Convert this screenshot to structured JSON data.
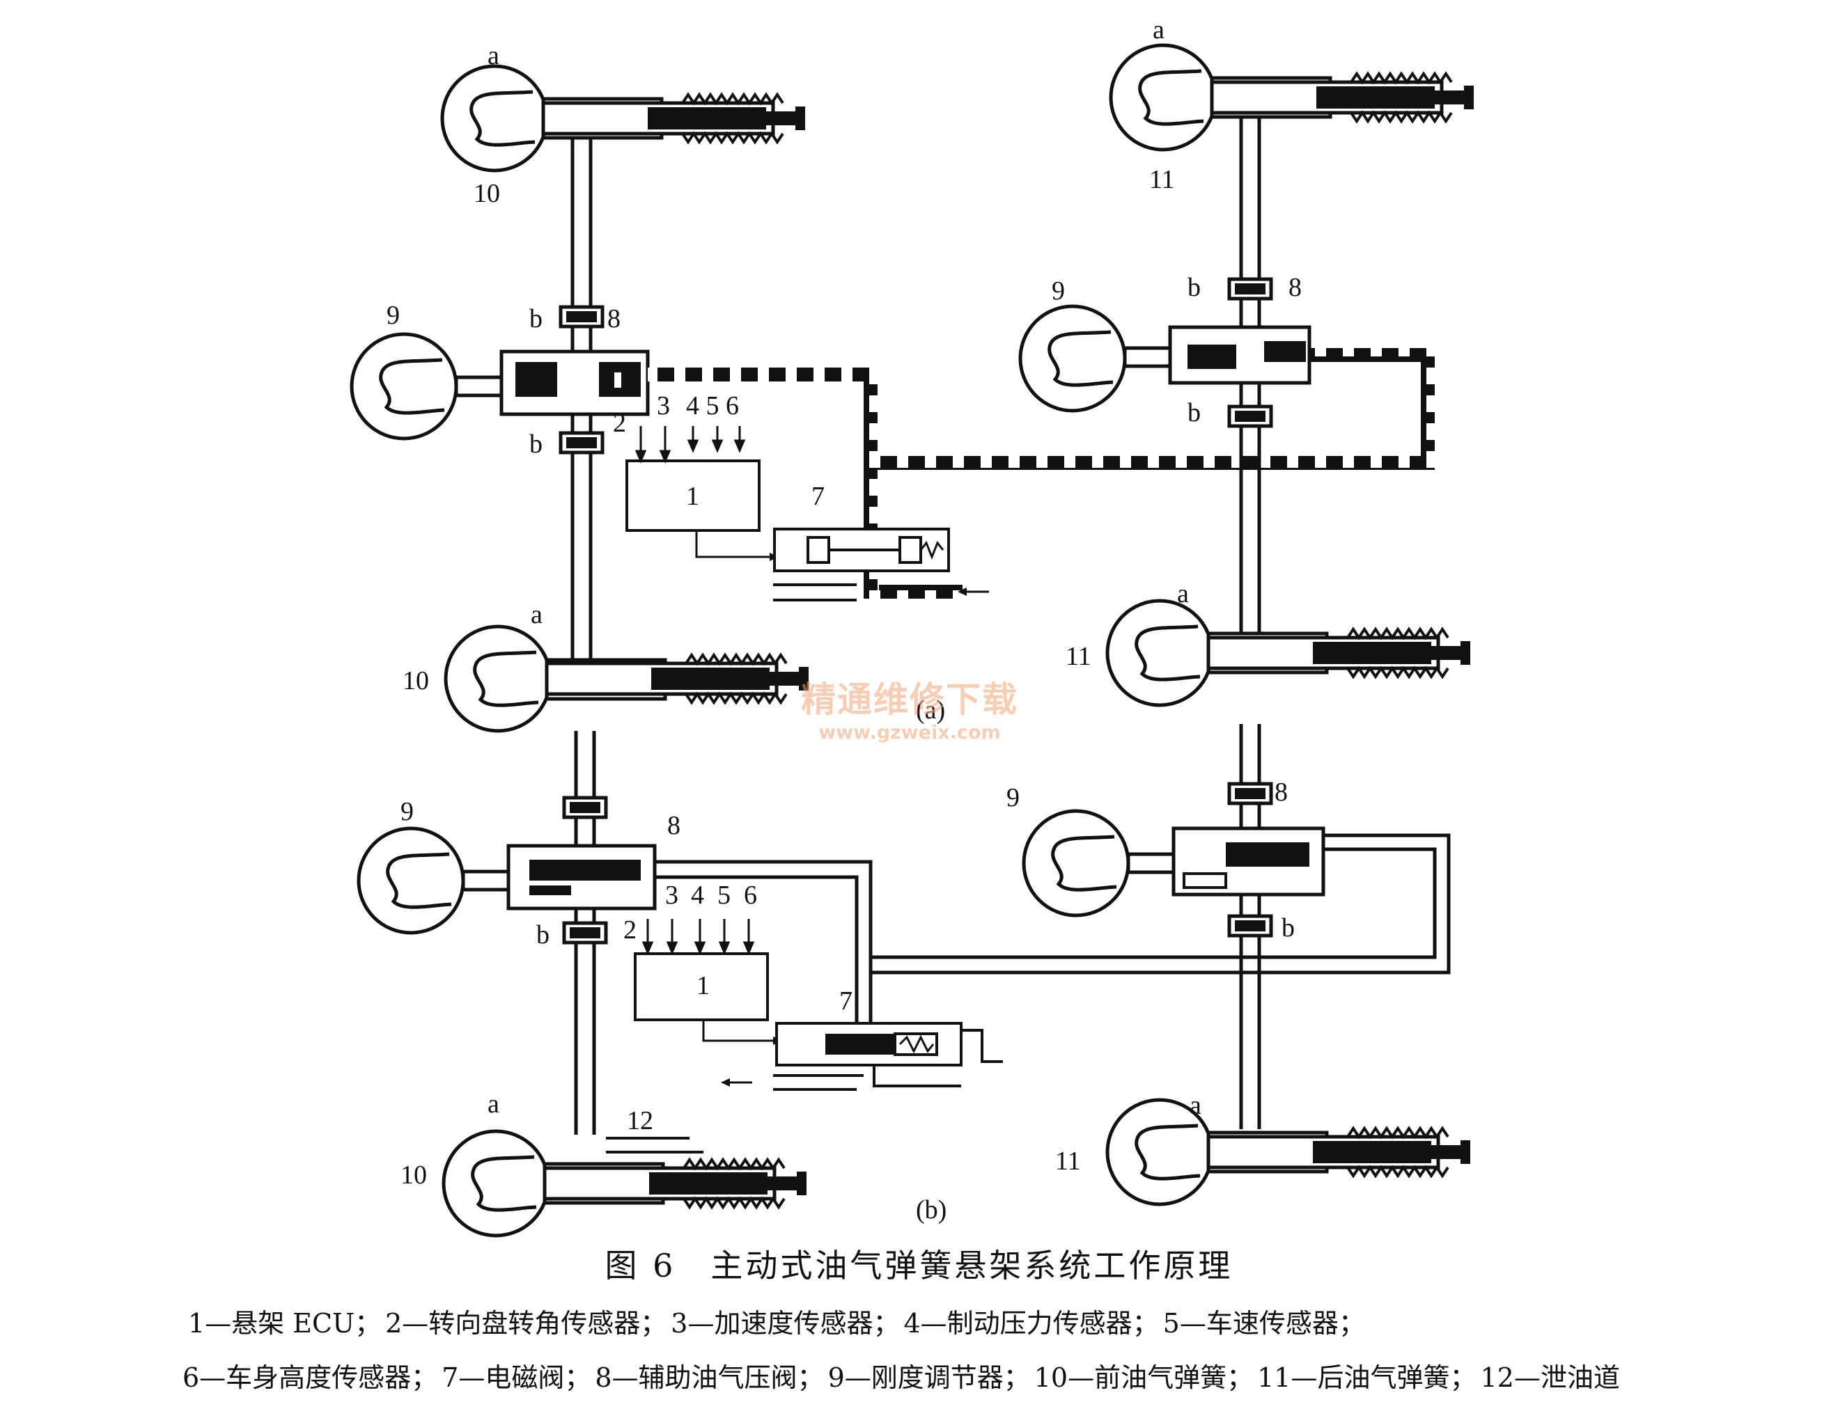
{
  "figure": {
    "title": "图 6　主动式油气弹簧悬架系统工作原理",
    "panel_a_label": "(a)",
    "panel_b_label": "(b)"
  },
  "labels": {
    "a": "a",
    "b": "b",
    "n1": "1",
    "n2": "2",
    "n3": "3",
    "n4": "4",
    "n5": "5",
    "n6": "6",
    "n456": "4 5 6",
    "n7": "7",
    "n8": "8",
    "n9": "9",
    "n10": "10",
    "n11": "11",
    "n12": "12"
  },
  "legend": {
    "line1": [
      "1—悬架 ECU；",
      "2—转向盘转角传感器；",
      "3—加速度传感器；",
      "4—制动压力传感器；",
      "5—车速传感器；"
    ],
    "line2": [
      "6—车身高度传感器；",
      "7—电磁阀；",
      "8—辅助油气压阀；",
      "9—刚度调节器；",
      "10—前油气弹簧；",
      "11—后油气弹簧；",
      "12—泄油道"
    ]
  },
  "watermark": {
    "text": "精通维修下载",
    "url": "www.gzweix.com"
  },
  "colors": {
    "ink": "#111111",
    "watermark": "#f0a77a"
  }
}
